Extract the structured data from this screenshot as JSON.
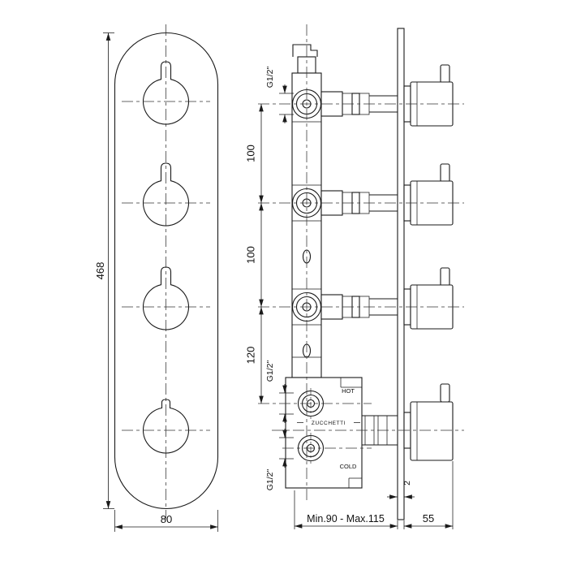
{
  "front_view": {
    "height_dim": "468",
    "width_dim": "80"
  },
  "section_view": {
    "thread_top": "G1/2\"",
    "dim_valve1_valve2": "100",
    "dim_valve2_valve3": "100",
    "dim_valve3_hot": "120",
    "thread_hot": "G1/2\"",
    "thread_cold": "G1/2\"",
    "hot_label": "HOT",
    "brand": "ZUCCHETTI",
    "cold_label": "COLD",
    "wall_thickness_dim": "2",
    "depth_dim": "Min.90 - Max.115",
    "handle_dim": "55"
  }
}
